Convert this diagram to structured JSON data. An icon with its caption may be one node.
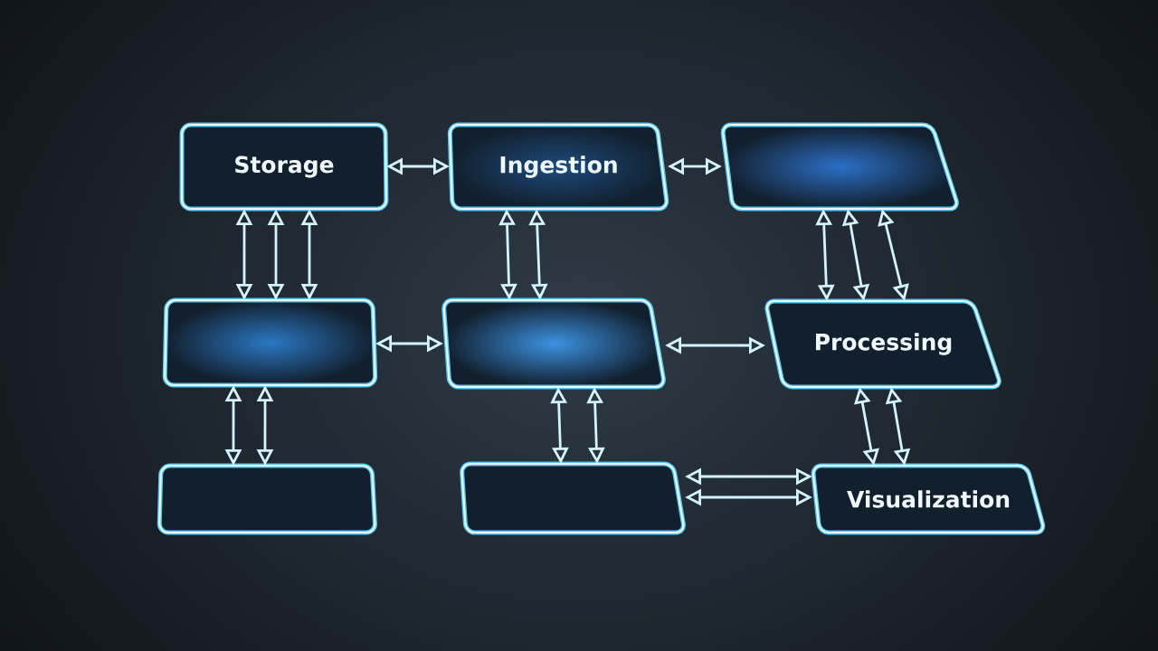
{
  "diagram": {
    "nodes": [
      {
        "text": [
          "Storage"
        ]
      },
      {
        "text": [
          "Ingestion"
        ]
      },
      {
        "text": [],
        "shape": "box"
      },
      {
        "text": [],
        "shape": "box"
      },
      {
        "text": [],
        "shape": "box"
      },
      {
        "text": [
          "Processing"
        ]
      },
      {
        "text": [],
        "shape": "box"
      },
      {
        "text": [],
        "shape": "box"
      },
      {
        "text": [
          "Visualization"
        ]
      }
    ],
    "edges": [
      {
        "from": 0,
        "to": 1,
        "arrow": "both"
      },
      {
        "from": 1,
        "to": 2,
        "arrow": "both"
      },
      {
        "from": 0,
        "to": 3,
        "arrow": "both"
      },
      {
        "from": 0,
        "to": 3,
        "arrow": "both"
      },
      {
        "from": 0,
        "to": 3,
        "arrow": "both"
      },
      {
        "from": 1,
        "to": 4,
        "arrow": "both"
      },
      {
        "from": 1,
        "to": 4,
        "arrow": "both"
      },
      {
        "from": 2,
        "to": 5,
        "arrow": "both"
      },
      {
        "from": 2,
        "to": 5,
        "arrow": "both"
      },
      {
        "from": 2,
        "to": 5,
        "arrow": "both"
      },
      {
        "from": 3,
        "to": 4,
        "arrow": "both"
      },
      {
        "from": 4,
        "to": 5,
        "arrow": "both"
      },
      {
        "from": 3,
        "to": 6,
        "arrow": "both"
      },
      {
        "from": 3,
        "to": 6,
        "arrow": "both"
      },
      {
        "from": 4,
        "to": 7,
        "arrow": "both"
      },
      {
        "from": 4,
        "to": 7,
        "arrow": "both"
      },
      {
        "from": 5,
        "to": 8,
        "arrow": "both"
      },
      {
        "from": 5,
        "to": 8,
        "arrow": "both"
      },
      {
        "from": 7,
        "to": 8,
        "arrow": "both"
      },
      {
        "from": 7,
        "to": 8,
        "arrow": "both"
      }
    ]
  }
}
